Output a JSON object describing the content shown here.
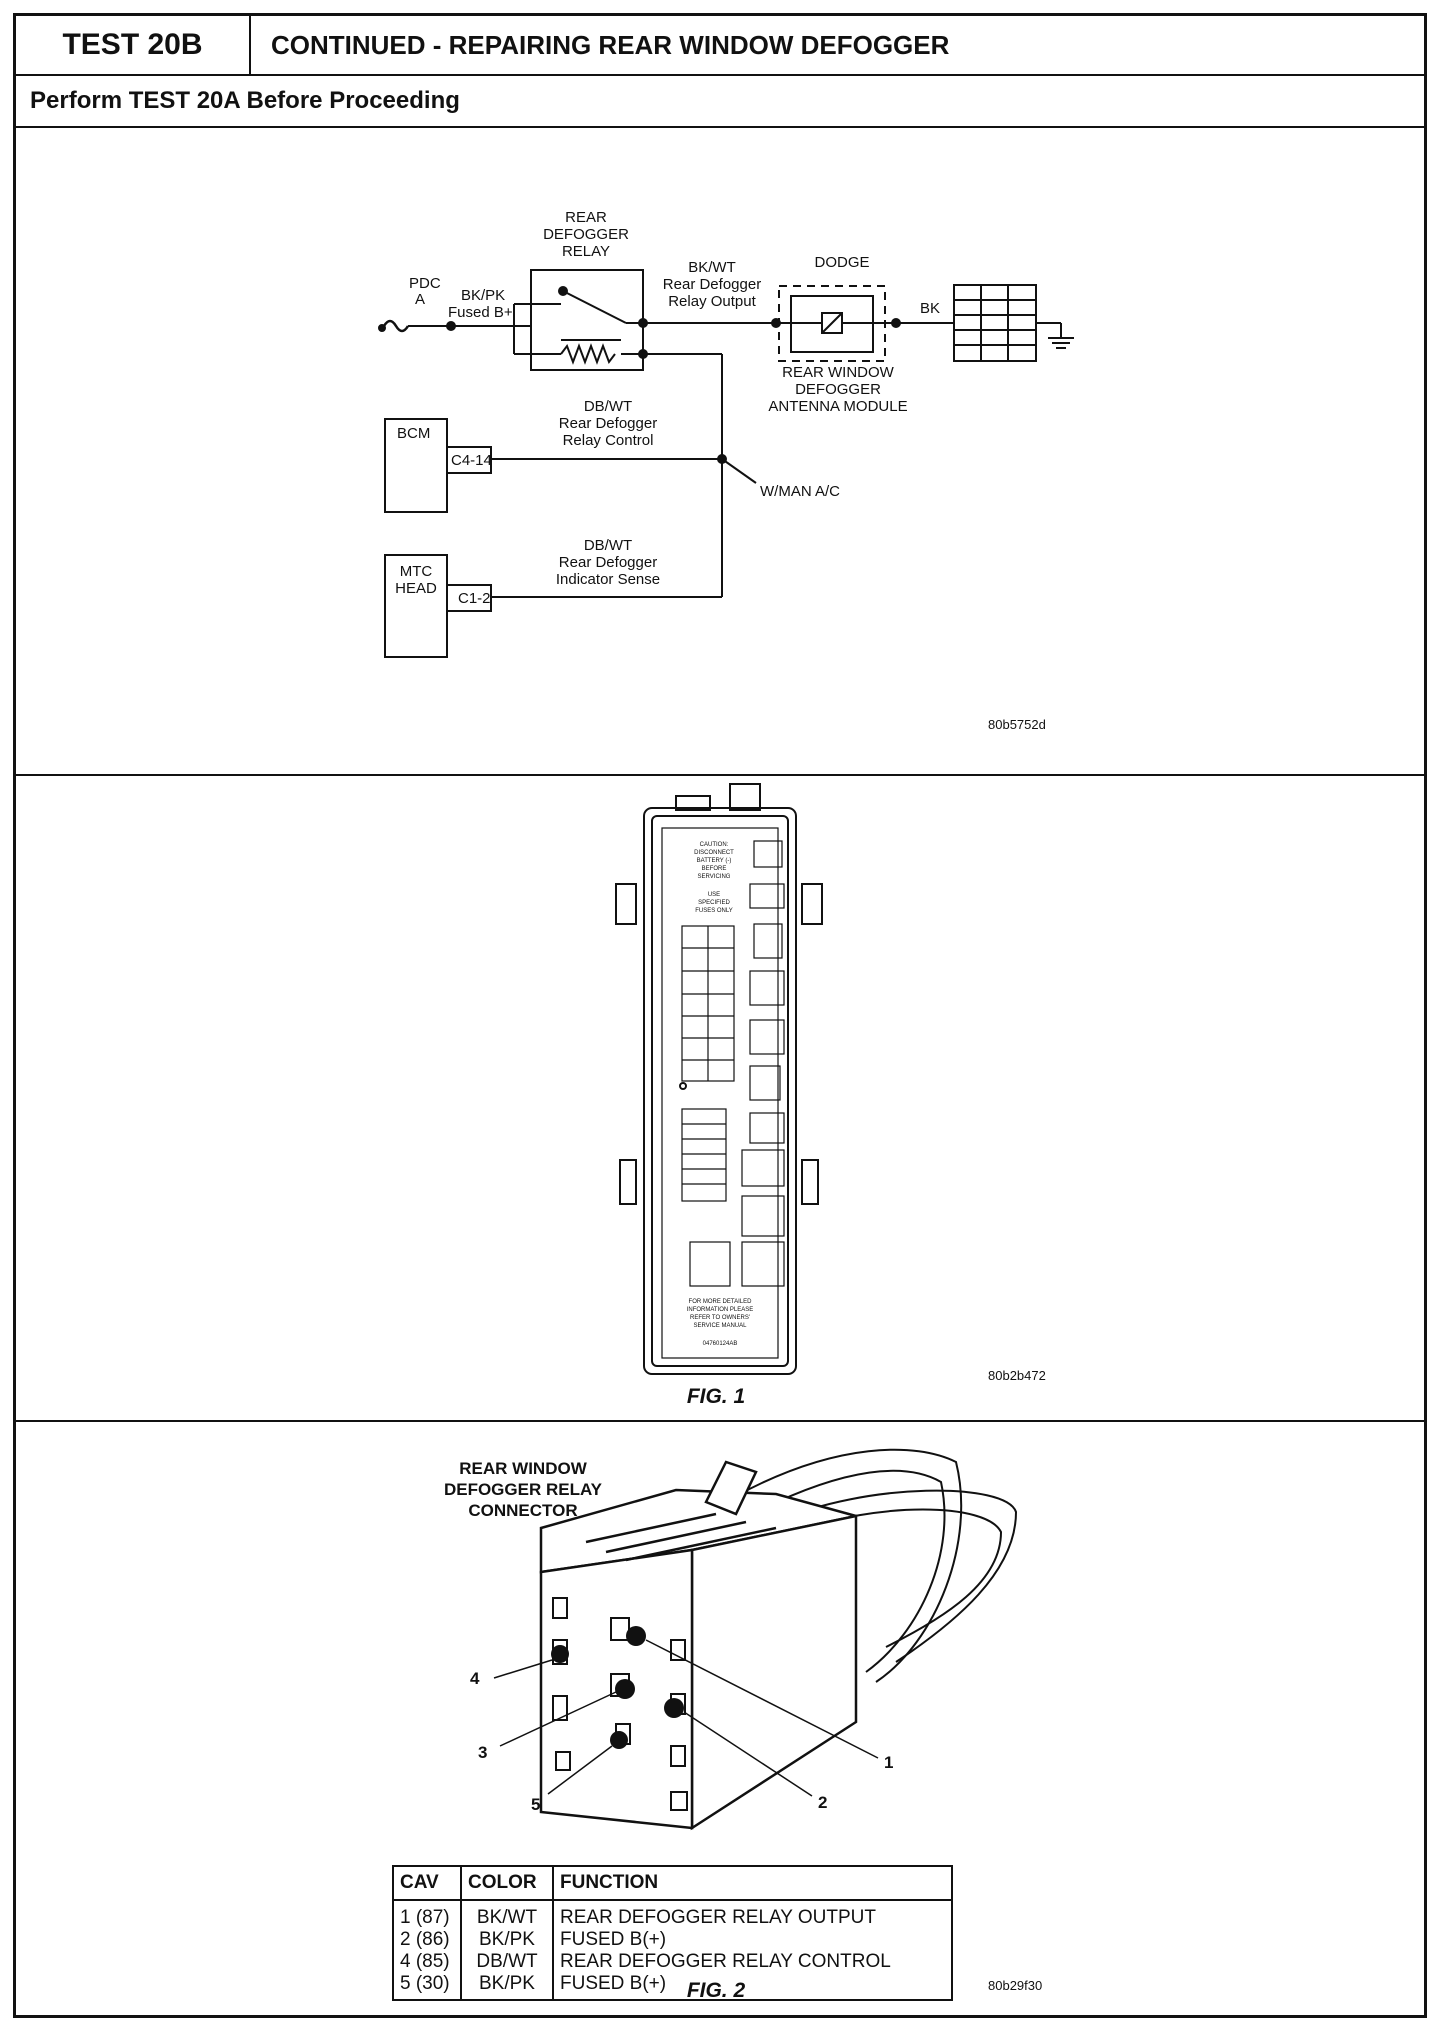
{
  "header": {
    "test_id": "TEST 20B",
    "title": "CONTINUED - REPAIRING REAR WINDOW DEFOGGER",
    "subtitle": "Perform TEST 20A Before Proceeding"
  },
  "schematic": {
    "relay_label": [
      "REAR",
      "DEFOGGER",
      "RELAY"
    ],
    "pdc_label": [
      "PDC",
      "A"
    ],
    "fused_wire": [
      "BK/PK",
      "Fused B+"
    ],
    "output_wire": [
      "BK/WT",
      "Rear Defogger",
      "Relay Output"
    ],
    "dodge_label": "DODGE",
    "bk_label": "BK",
    "module_label": [
      "REAR WINDOW",
      "DEFOGGER",
      "ANTENNA MODULE"
    ],
    "control_wire": [
      "DB/WT",
      "Rear Defogger",
      "Relay Control"
    ],
    "bcm_label": "BCM",
    "bcm_pin": "C4-14",
    "option_label": "W/MAN A/C",
    "sense_wire": [
      "DB/WT",
      "Rear Defogger",
      "Indicator Sense"
    ],
    "mtc_label": [
      "MTC",
      "HEAD"
    ],
    "mtc_pin": "C1-2",
    "figure_code": "80b5752d"
  },
  "fig1": {
    "caption": "FIG. 1",
    "figure_code": "80b2b472",
    "caution": [
      "CAUTION:",
      "DISCONNECT",
      "BATTERY (-)",
      "BEFORE",
      "SERVICING"
    ],
    "use_fuses": [
      "USE",
      "SPECIFIED",
      "FUSES ONLY"
    ],
    "footer_note": [
      "FOR MORE DETAILED",
      "INFORMATION PLEASE",
      "REFER TO OWNERS'",
      "SERVICE MANUAL"
    ],
    "part_no": "04760124AB"
  },
  "fig2": {
    "caption": "FIG. 2",
    "figure_code": "80b29f30",
    "connector_title": [
      "REAR WINDOW",
      "DEFOGGER RELAY",
      "CONNECTOR"
    ],
    "callouts": [
      "1",
      "2",
      "3",
      "4",
      "5"
    ],
    "table": {
      "headers": [
        "CAV",
        "COLOR",
        "FUNCTION"
      ],
      "rows": [
        {
          "cav": "1 (87)",
          "color": "BK/WT",
          "function": "REAR DEFOGGER RELAY OUTPUT"
        },
        {
          "cav": "2 (86)",
          "color": "BK/PK",
          "function": "FUSED B(+)"
        },
        {
          "cav": "4 (85)",
          "color": "DB/WT",
          "function": "REAR DEFOGGER RELAY CONTROL"
        },
        {
          "cav": "5 (30)",
          "color": "BK/PK",
          "function": "FUSED B(+)"
        }
      ]
    }
  }
}
